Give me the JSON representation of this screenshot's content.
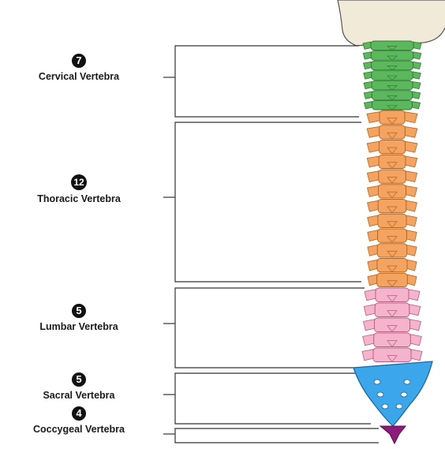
{
  "regions": [
    {
      "id": "cervical",
      "count": "7",
      "label": "Cervical Vertebra",
      "color": "#5cb85c",
      "dark": "#2e7d32",
      "vertebrae": 7
    },
    {
      "id": "thoracic",
      "count": "12",
      "label": "Thoracic Vertebra",
      "color": "#f4a460",
      "dark": "#b8651e",
      "vertebrae": 12
    },
    {
      "id": "lumbar",
      "count": "5",
      "label": "Lumbar Vertebra",
      "color": "#f6b3cc",
      "dark": "#b45d80",
      "vertebrae": 5
    },
    {
      "id": "sacral",
      "count": "5",
      "label": "Sacral Vertebra",
      "color": "#3ba7ea",
      "dark": "#1565a8"
    },
    {
      "id": "coccygeal",
      "count": "4",
      "label": "Coccygeal Vertebra",
      "color": "#8e1a7a",
      "dark": "#5a0f4d"
    }
  ],
  "colors": {
    "bracket": "#333333",
    "skull": "#f2ead8",
    "skull_outline": "#555555"
  }
}
